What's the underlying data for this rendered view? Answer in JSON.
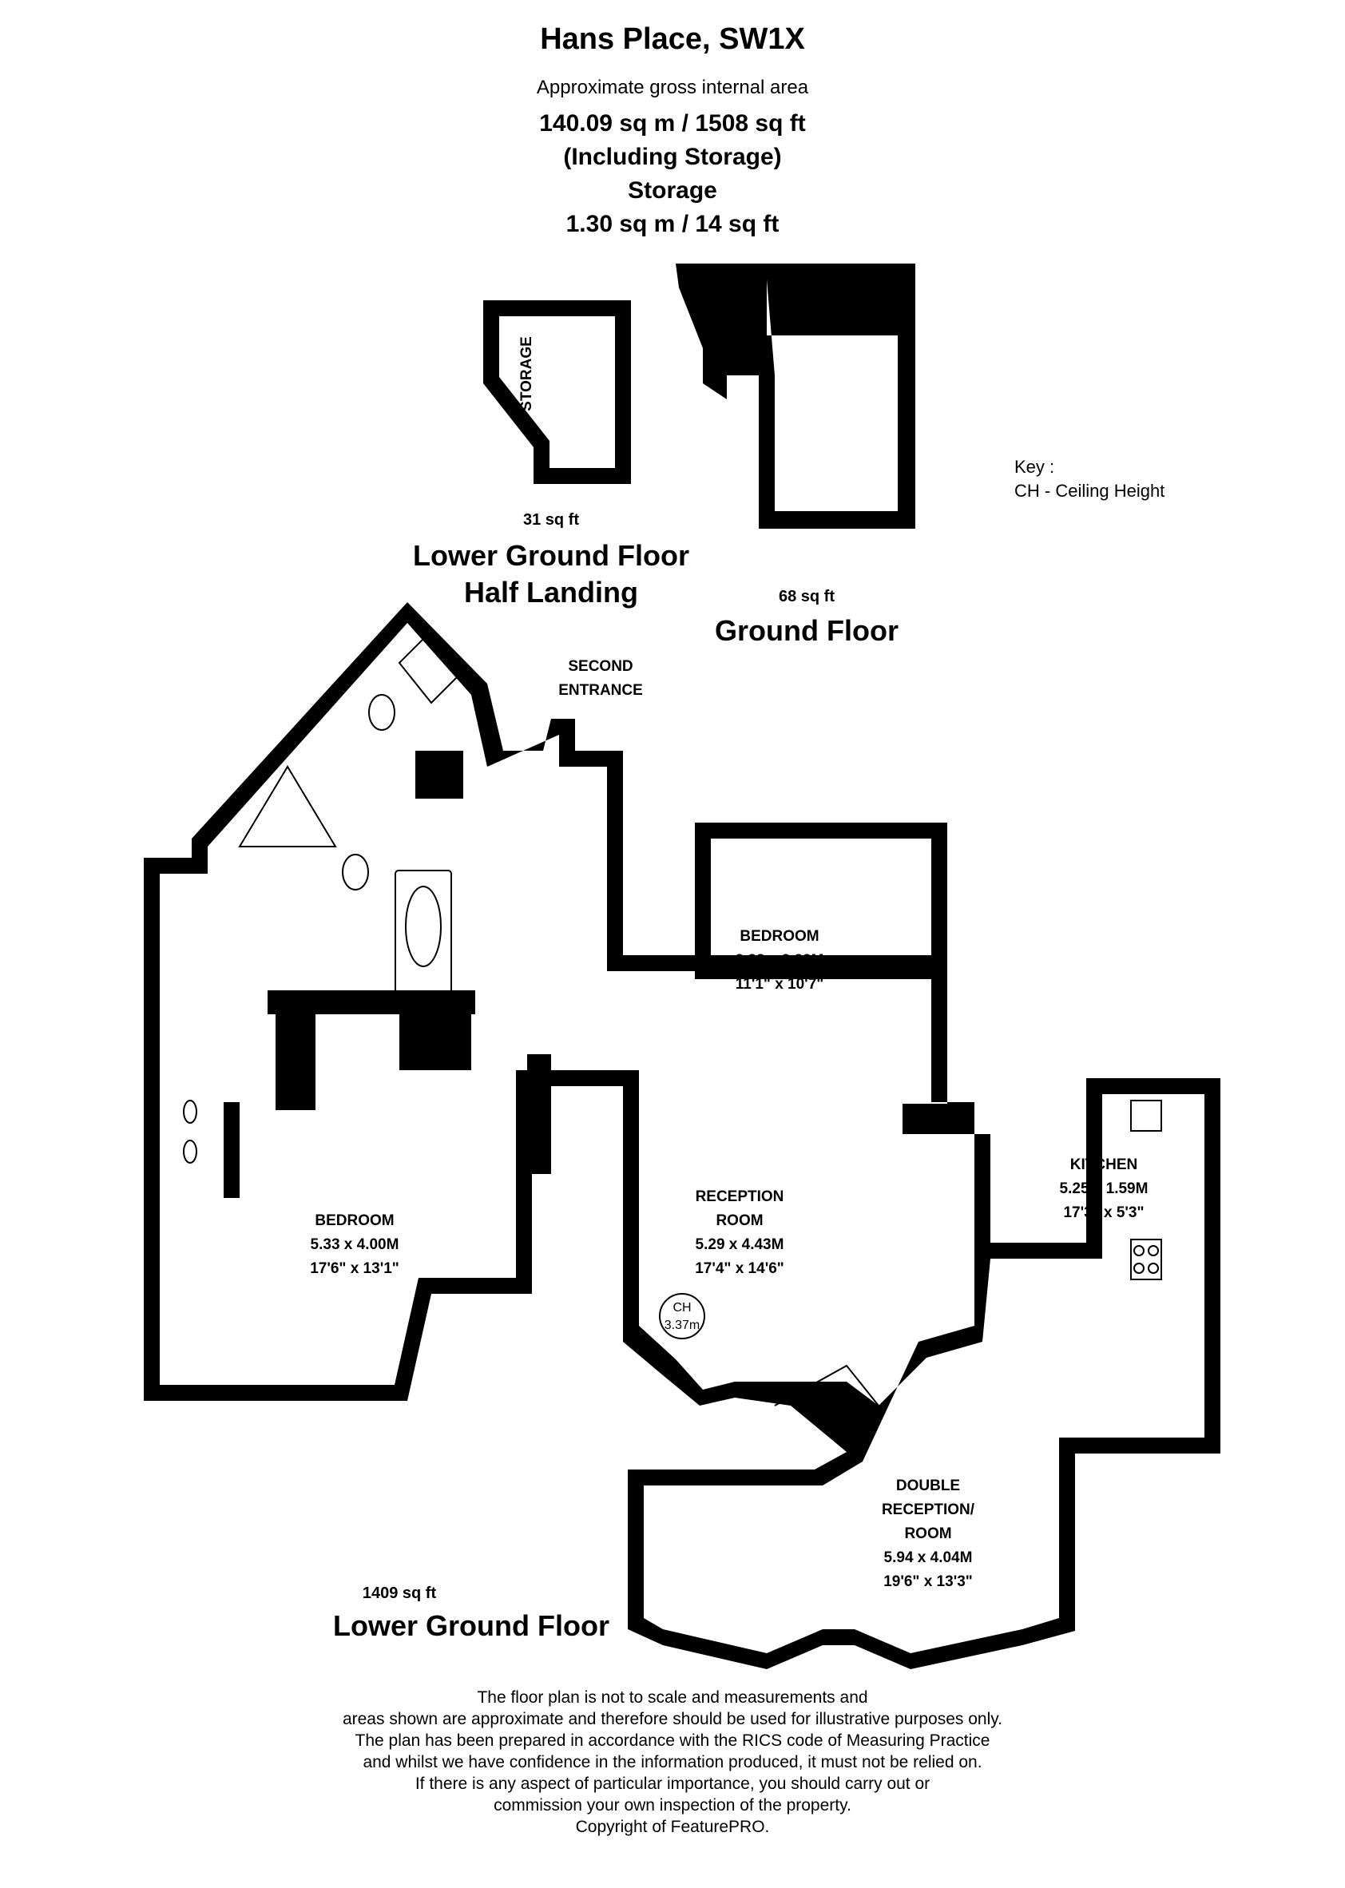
{
  "header": {
    "title": "Hans Place, SW1X",
    "subtitle": "Approximate gross internal area",
    "total_area": "140.09 sq m /  1508 sq ft",
    "including": "(Including Storage)",
    "storage_label": "Storage",
    "storage_area": "1.30 sq m /  14 sq ft"
  },
  "key": {
    "title": "Key :",
    "item": "CH - Ceiling Height"
  },
  "floors": {
    "half_landing": {
      "sqft": "31 sq ft",
      "name_line1": "Lower Ground Floor",
      "name_line2": "Half Landing"
    },
    "ground": {
      "sqft": "68 sq ft",
      "name": "Ground Floor"
    },
    "lower_ground": {
      "sqft": "1409 sq ft",
      "name": "Lower Ground Floor"
    }
  },
  "rooms": {
    "storage": "STORAGE",
    "second_entrance_1": "SECOND",
    "second_entrance_2": "ENTRANCE",
    "bedroom_small": {
      "name": "BEDROOM",
      "metric": "3.38 x 3.23M",
      "imperial": "11'1\" x 10'7\""
    },
    "bedroom_large": {
      "name": "BEDROOM",
      "metric": "5.33 x 4.00M",
      "imperial": "17'6\" x 13'1\""
    },
    "reception": {
      "name1": "RECEPTION",
      "name2": "ROOM",
      "metric": "5.29 x 4.43M",
      "imperial": "17'4\" x 14'6\""
    },
    "ceiling": {
      "label": "CH",
      "value": "3.37m"
    },
    "kitchen": {
      "name": "KITCHEN",
      "metric": "5.25 x 1.59M",
      "imperial": "17'3\" x 5'3\""
    },
    "double_reception": {
      "name1": "DOUBLE",
      "name2": "RECEPTION/",
      "name3": "ROOM",
      "metric": "5.94 x 4.04M",
      "imperial": "19'6\" x 13'3\""
    }
  },
  "disclaimer": [
    "The floor plan is not to scale and measurements and",
    "areas shown are approximate and therefore should be used for illustrative purposes only.",
    "The plan has been prepared in accordance with the RICS code of Measuring Practice",
    "and whilst we have confidence in the information produced, it must not be relied on.",
    "If there is any aspect of particular importance, you should carry out or",
    "commission your own inspection of the property.",
    "Copyright of FeaturePRO."
  ]
}
